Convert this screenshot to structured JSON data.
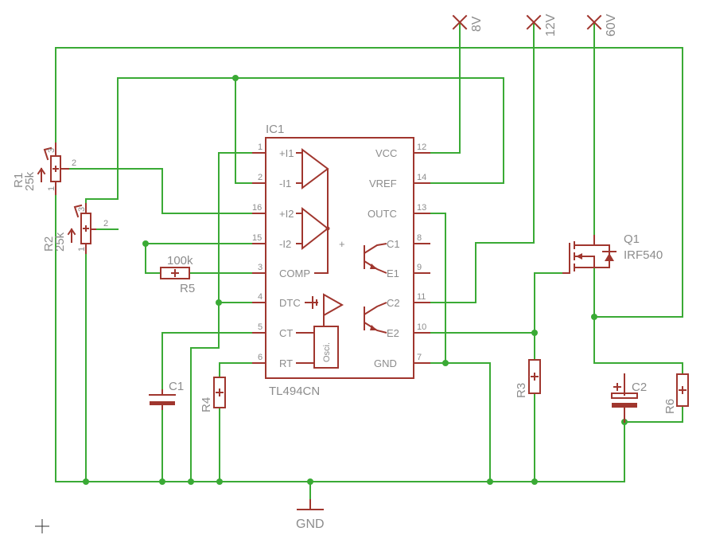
{
  "supplies": [
    {
      "id": "8v",
      "label": "8V"
    },
    {
      "id": "12v",
      "label": "12V"
    },
    {
      "id": "60v",
      "label": "60V"
    }
  ],
  "ground_label": "GND",
  "ic": {
    "ref": "IC1",
    "part": "TL494CN",
    "oscillator_label": "Osci.",
    "plus_sign": "+",
    "left_pins": [
      {
        "num": "1",
        "name": "+I1"
      },
      {
        "num": "2",
        "name": "-I1"
      },
      {
        "num": "16",
        "name": "+I2"
      },
      {
        "num": "15",
        "name": "-I2"
      },
      {
        "num": "3",
        "name": "COMP"
      },
      {
        "num": "4",
        "name": "DTC"
      },
      {
        "num": "5",
        "name": "CT"
      },
      {
        "num": "6",
        "name": "RT"
      }
    ],
    "right_pins": [
      {
        "num": "12",
        "name": "VCC"
      },
      {
        "num": "14",
        "name": "VREF"
      },
      {
        "num": "13",
        "name": "OUTC"
      },
      {
        "num": "8",
        "name": "C1"
      },
      {
        "num": "9",
        "name": "E1"
      },
      {
        "num": "11",
        "name": "C2"
      },
      {
        "num": "10",
        "name": "E2"
      },
      {
        "num": "7",
        "name": "GND"
      }
    ]
  },
  "components": {
    "r1": {
      "ref": "R1",
      "value": "25k",
      "pins": [
        "3",
        "2",
        "1"
      ]
    },
    "r2": {
      "ref": "R2",
      "value": "25k",
      "pins": [
        "3",
        "2",
        "1"
      ]
    },
    "r3": {
      "ref": "R3"
    },
    "r4": {
      "ref": "R4"
    },
    "r5": {
      "ref": "R5",
      "value": "100k"
    },
    "r6": {
      "ref": "R6"
    },
    "c1": {
      "ref": "C1"
    },
    "c2": {
      "ref": "C2"
    },
    "q1": {
      "ref": "Q1",
      "value": "IRF540"
    }
  },
  "colors": {
    "wire": "#3aaa35",
    "part": "#a0362e",
    "label": "#8c8c8c",
    "background": "#ffffff"
  }
}
